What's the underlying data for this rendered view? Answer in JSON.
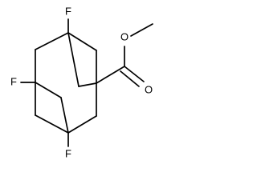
{
  "molecule": {
    "atoms": {
      "f_top": "F",
      "f_left": "F",
      "f_bottom": "F",
      "o_ester": "O",
      "o_carbonyl": "O"
    },
    "bond_color": "#000000",
    "background_color": "#ffffff"
  }
}
